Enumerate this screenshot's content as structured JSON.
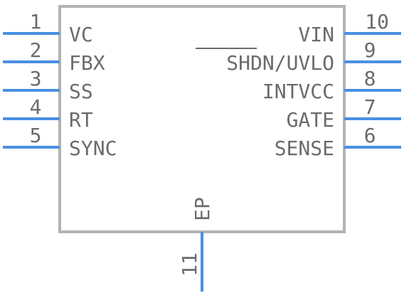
{
  "symbol": {
    "left_pins": [
      {
        "number": "1",
        "name": "VC"
      },
      {
        "number": "2",
        "name": "FBX"
      },
      {
        "number": "3",
        "name": "SS"
      },
      {
        "number": "4",
        "name": "RT"
      },
      {
        "number": "5",
        "name": "SYNC"
      }
    ],
    "right_pins": [
      {
        "number": "10",
        "name": "VIN"
      },
      {
        "number": "9",
        "name": "SHDN/UVLO",
        "overbar": "SHDN"
      },
      {
        "number": "8",
        "name": "INTVCC"
      },
      {
        "number": "7",
        "name": "GATE"
      },
      {
        "number": "6",
        "name": "SENSE"
      }
    ],
    "bottom_pin": {
      "number": "11",
      "name": "EP"
    }
  },
  "colors": {
    "pin": "#4a90e2",
    "body_outline": "#b3b3b3",
    "text": "#6b6b6b"
  }
}
